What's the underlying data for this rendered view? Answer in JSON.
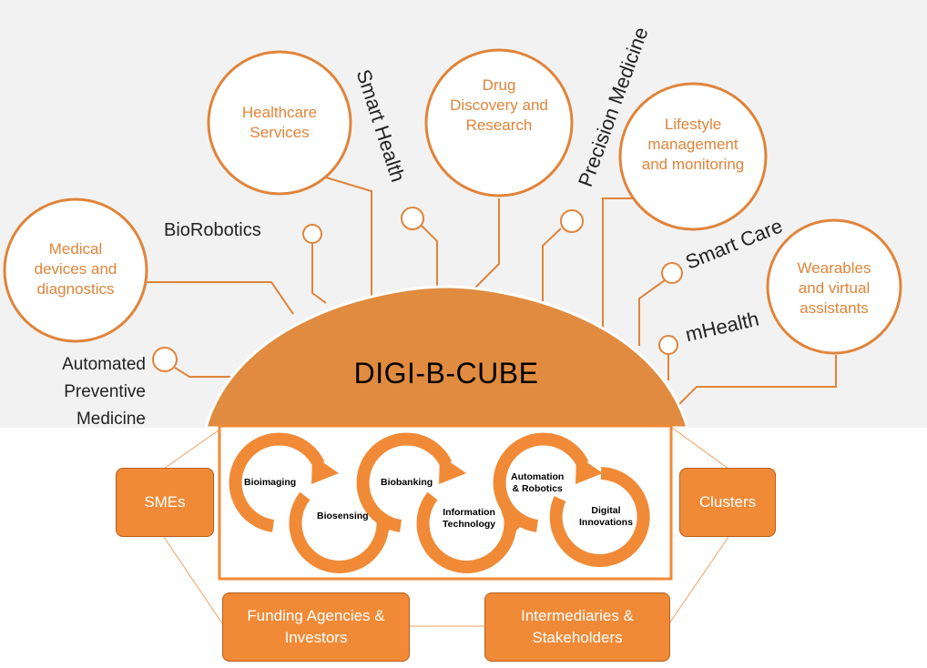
{
  "title": "DIGI-B-CUBE",
  "circle_labels": {
    "healthcare": "Healthcare Services",
    "drug": "Drug Discovery and Research",
    "lifestyle": "Lifestyle management and monitoring",
    "medical": "Medical devices and diagnostics",
    "wearables": "Wearables and virtual assistants"
  },
  "branch_labels": {
    "smart_health": "Smart Health",
    "precision_medicine": "Precision Medicine",
    "biorobotics": "BioRobotics",
    "smart_care": "Smart Care",
    "mhealth": "mHealth",
    "automated_1": "Automated",
    "automated_2": "Preventive",
    "automated_3": "Medicine"
  },
  "cycle_labels": {
    "bioimaging": "Bioimaging",
    "biosensing": "Biosensing",
    "biobanking": "Biobanking",
    "it_1": "Information",
    "it_2": "Technology",
    "auto_1": "Automation",
    "auto_2": "& Robotics",
    "digital_1": "Digital",
    "digital_2": "Innovations"
  },
  "boxes": {
    "smes": "SMEs",
    "clusters": "Clusters",
    "funding_1": "Funding Agencies &",
    "funding_2": "Investors",
    "intermediaries_1": "Intermediaries &",
    "intermediaries_2": "Stakeholders"
  },
  "colors": {
    "orange": "#e0843a",
    "dome": "#e08b40",
    "box_fill": "#f08a37",
    "background_top": "#f2f2f2"
  }
}
